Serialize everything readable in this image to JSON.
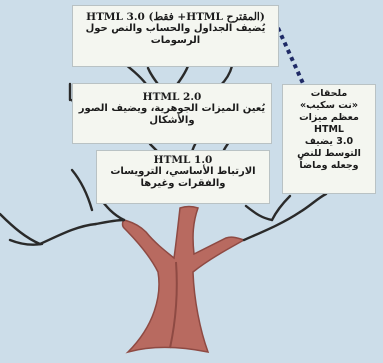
{
  "boxes": {
    "top": {
      "title": "(المقترح HTML+ فقط) HTML 3.0",
      "body": "يُضيف الجداول والحساب والنص حول الرسومات"
    },
    "middle": {
      "title": "HTML 2.0",
      "body": "يُعين الميزات الجوهرية، ويضيف الصور والأشكال"
    },
    "bottom": {
      "title": "HTML 1.0",
      "body": "الارتباط الأساسي، الترويسات والفقرات وغيرها"
    },
    "side": {
      "body": "ملحقات\n«نت سكيب»\nمعظم ميزات HTML\n3.0 يضيف\nالتوسط للنص\nوجعله وماضاً"
    }
  },
  "colors": {
    "background": "#ccdde9",
    "trunk": "#b86a60",
    "trunk_shadow": "#8e4a43",
    "branch": "#2a2a2a",
    "box_fill": "#f4f6f0"
  }
}
